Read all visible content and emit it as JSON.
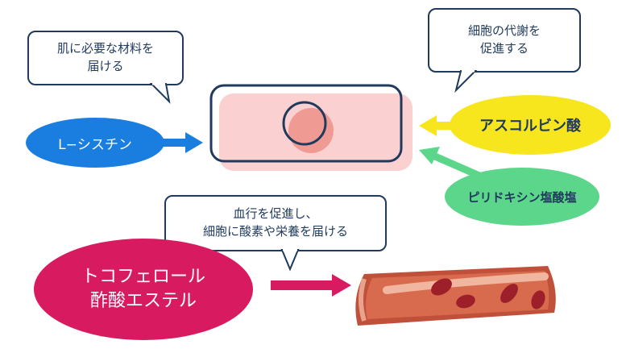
{
  "bubbles": {
    "skin": {
      "line1": "肌に必要な材料を",
      "line2": "届ける"
    },
    "metabolism": {
      "line1": "細胞の代謝を",
      "line2": "促進する"
    },
    "blood": {
      "line1": "血行を促進し、",
      "line2": "細胞に酸素や栄養を届ける"
    }
  },
  "ingredients": {
    "cystine": {
      "label": "L−シスチン",
      "color": "#1a7de0"
    },
    "ascorbic": {
      "label": "アスコルビン酸",
      "color": "#f7e61e"
    },
    "pyridoxine": {
      "label": "ピリドキシン塩酸塩",
      "color": "#5cd68a"
    },
    "tocopherol": {
      "line1": "トコフェロール",
      "line2": "酢酸エステル",
      "color": "#d81b60"
    }
  },
  "colors": {
    "outline": "#1f3a5c",
    "cell_fill": "#fbd0d0",
    "nucleus_fill": "#ef9a92",
    "vessel": "#c0503a"
  }
}
